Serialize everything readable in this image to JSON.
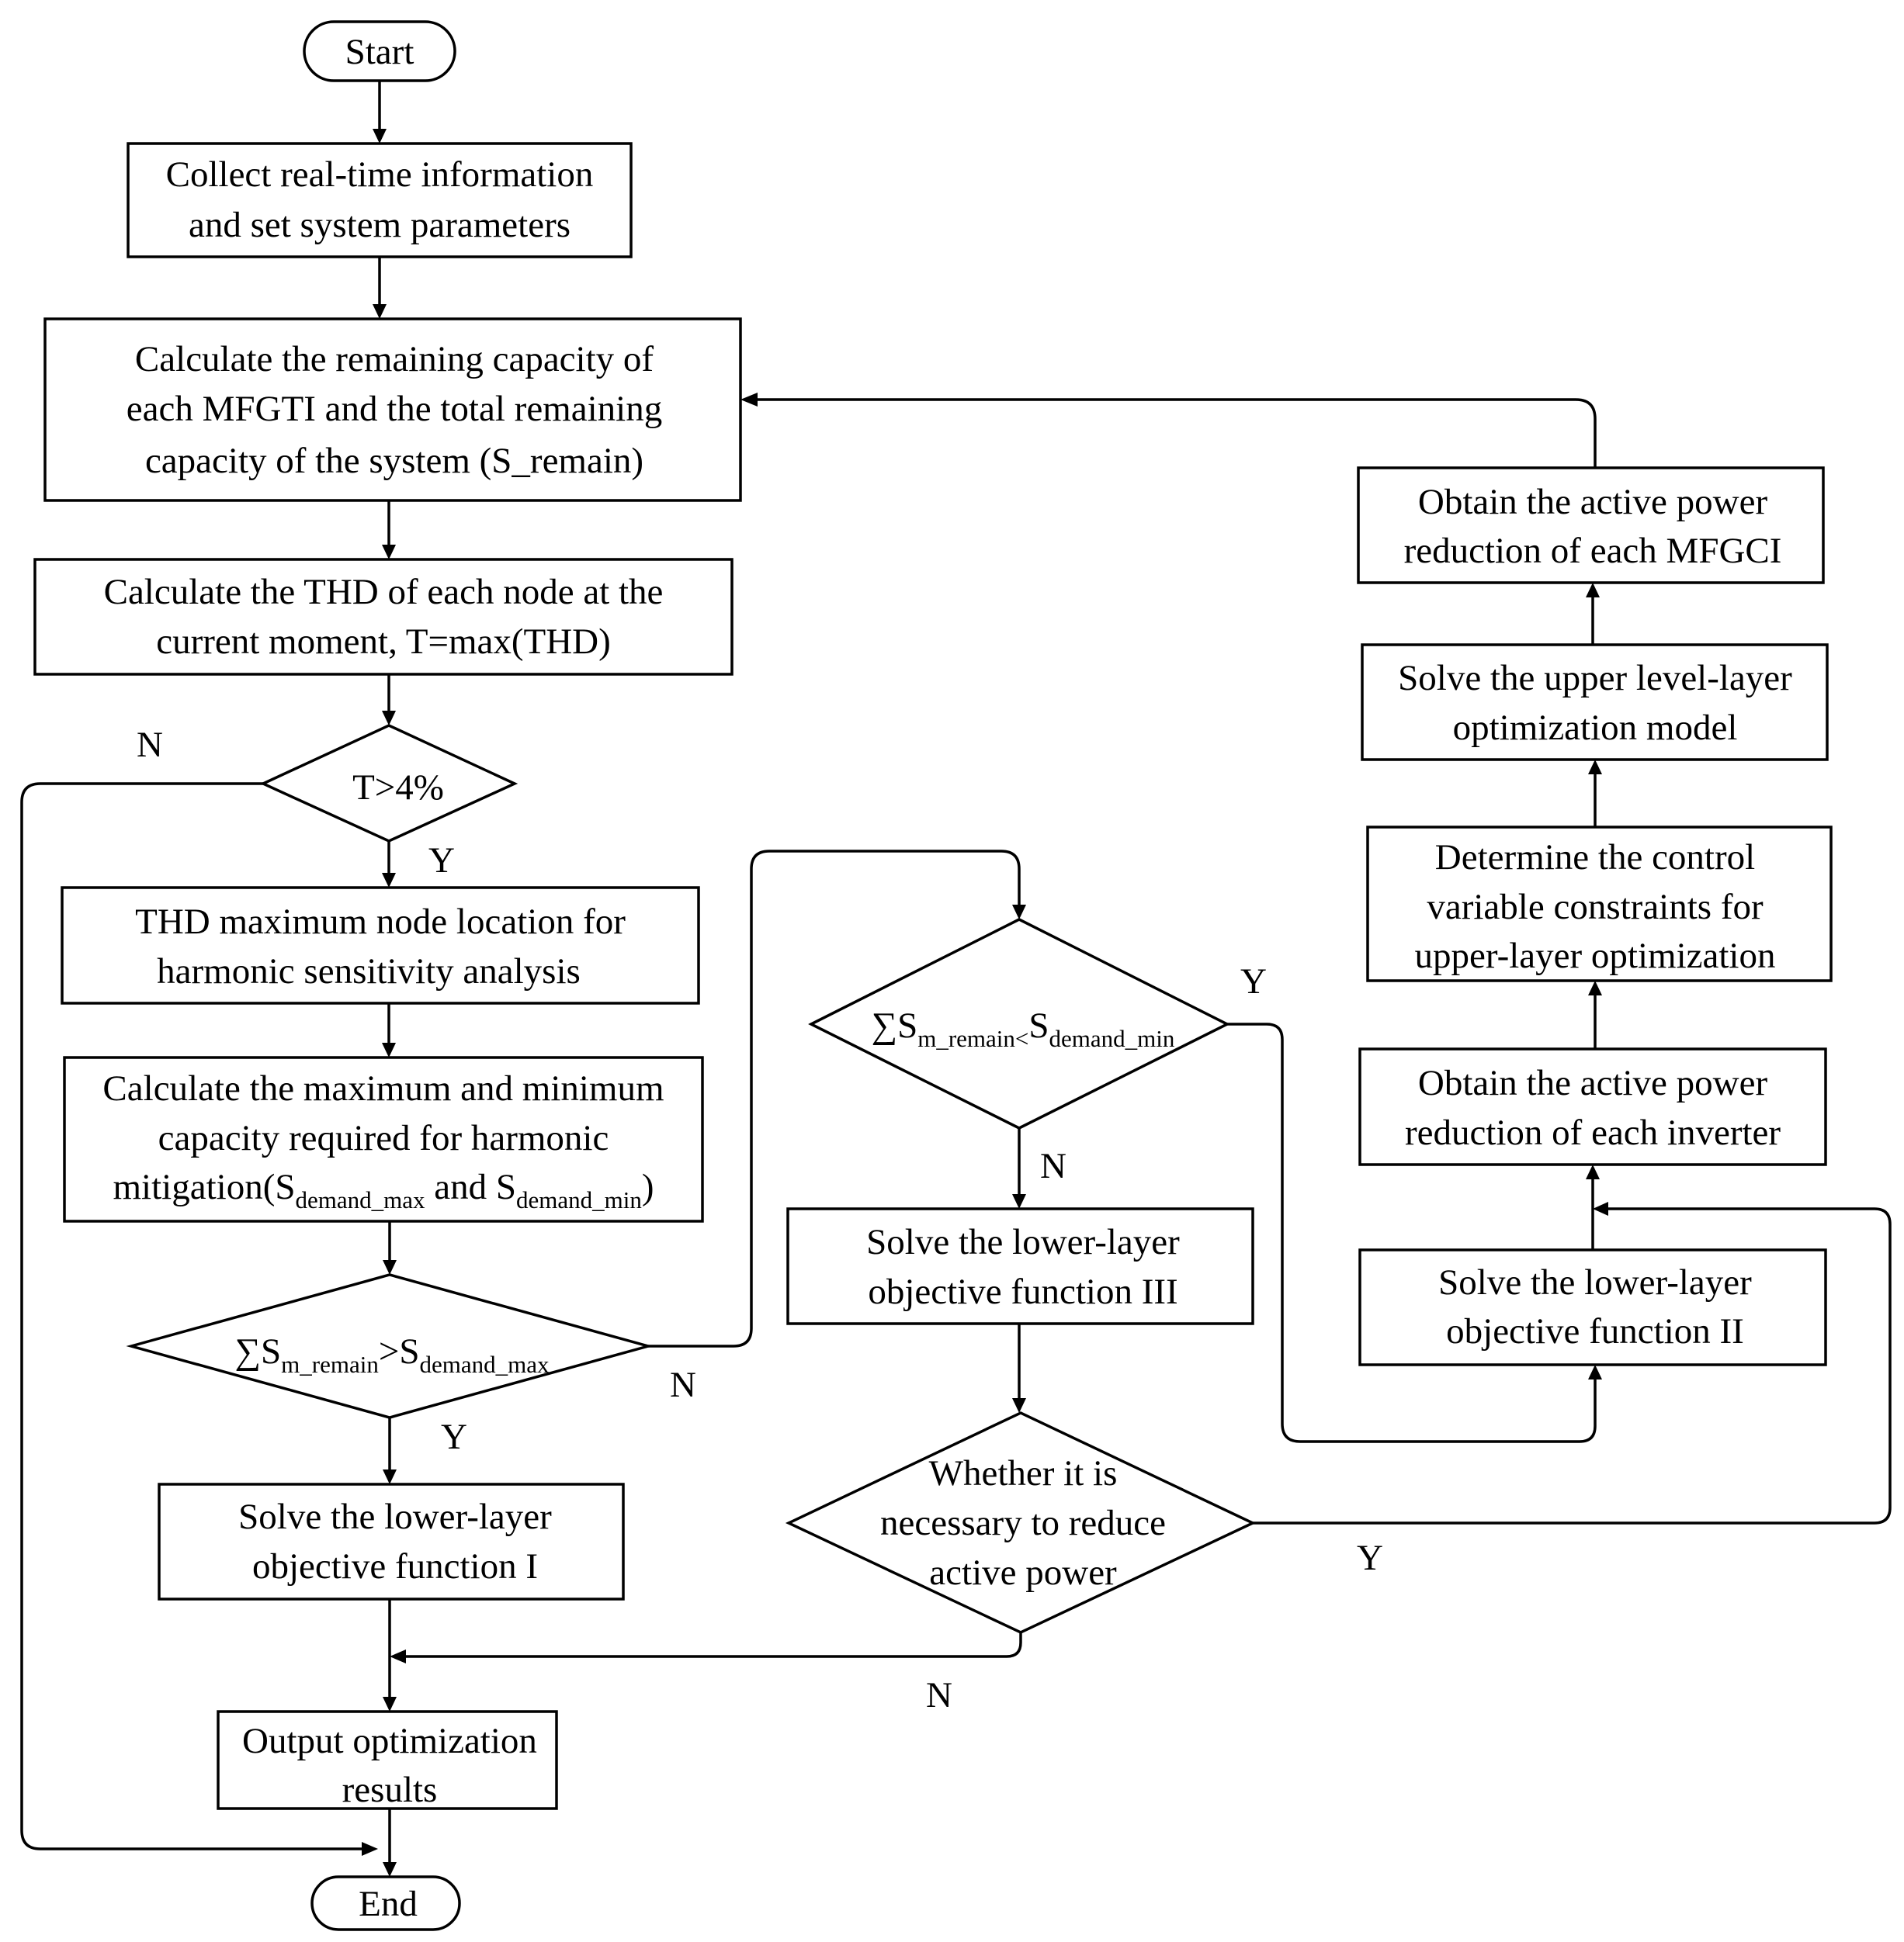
{
  "start": "Start",
  "end": "End",
  "collect": [
    "Collect real-time information",
    "and set system parameters"
  ],
  "calc_capacity": [
    "Calculate the remaining capacity of",
    "each MFGTI and the total remaining",
    "capacity of the system (S_remain)"
  ],
  "calc_thd": [
    "Calculate the THD of each node at the",
    "current moment, T=max(THD)"
  ],
  "dec_t": "T>4%",
  "thd_node": [
    "THD maximum node location for",
    "harmonic sensitivity analysis"
  ],
  "calc_demand": {
    "line1": "Calculate the maximum and minimum",
    "line2": "capacity required for harmonic",
    "line3_a": "mitigation(S",
    "line3_sub1": "demand_max",
    "line3_b": " and S",
    "line3_sub2": "demand_min",
    "line3_c": ")"
  },
  "dec_max": {
    "sym": "∑",
    "s1": "S",
    "sub1": "m_remain",
    "op": ">",
    "s2": "S",
    "sub2": "demand_max"
  },
  "dec_min": {
    "sym": "∑",
    "s1": "S",
    "sub1": "m_remain<",
    "s2": "S",
    "sub2": "demand_min"
  },
  "solve_i": [
    "Solve the lower-layer",
    "objective function I"
  ],
  "solve_iii": [
    "Solve the lower-layer",
    "objective function III"
  ],
  "solve_ii": [
    "Solve the lower-layer",
    "objective function II"
  ],
  "dec_reduce": [
    "Whether it is",
    "necessary to reduce",
    "active power"
  ],
  "output": [
    "Output optimization",
    "results"
  ],
  "obtain_inverter": [
    "Obtain the active power",
    "reduction of each inverter"
  ],
  "determine_constraints": [
    "Determine the control",
    "variable constraints for",
    "upper-layer optimization"
  ],
  "solve_upper": [
    "Solve the upper level-layer",
    "optimization model"
  ],
  "obtain_mfgci": [
    "Obtain the active power",
    "reduction of each MFGCI"
  ],
  "labels": {
    "n_t": "N",
    "y_t": "Y",
    "n_max": "N",
    "y_max": "Y",
    "n_min": "N",
    "y_min": "Y",
    "n_reduce": "N",
    "y_reduce": "Y"
  }
}
